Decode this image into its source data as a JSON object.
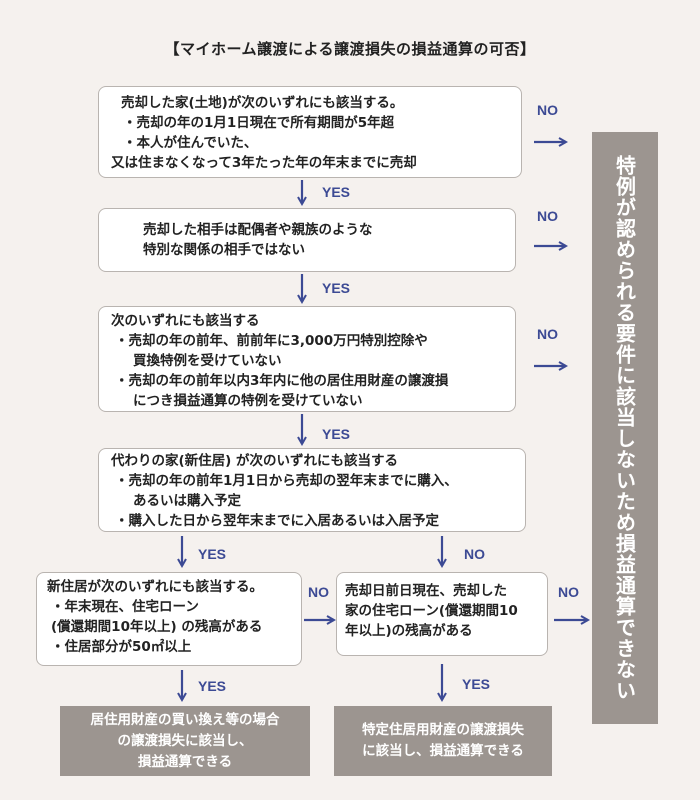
{
  "title": "【マイホーム譲渡による譲渡損失の損益通算の可否】",
  "box1": [
    "売却した家(土地)が次のいずれにも該当する。",
    "・売却の年の1月1日現在で所有期間が5年超",
    "・本人が住んでいた、",
    "又は住まなくなって3年たった年の年末までに売却"
  ],
  "box2": [
    "売却した相手は配偶者や親族のような",
    "特別な関係の相手ではない"
  ],
  "box3": [
    "次のいずれにも該当する",
    "・売却の年の前年、前前年に3,000万円特別控除や",
    "買換特例を受けていない",
    "・売却の年の前年以内3年内に他の居住用財産の譲渡損",
    "につき損益通算の特例を受けていない"
  ],
  "box4": [
    "代わりの家(新住居)  が次のいずれにも該当する",
    "・売却の年の前年1月1日から売却の翌年末までに購入、",
    "あるいは購入予定",
    "・購入した日から翌年末までに入居あるいは入居予定"
  ],
  "box5": [
    "新住居が次のいずれにも該当する。",
    "・年末現在、住宅ローン",
    "(償還期間10年以上) の残高がある",
    "・住居部分が50㎡以上"
  ],
  "box6": [
    "売却日前日現在、売却した",
    "家の住宅ローン(償還期間10",
    "年以上)の残高がある"
  ],
  "result1": [
    "居住用財産の買い換え等の場合",
    "の譲渡損失に該当し、",
    "損益通算できる"
  ],
  "result2": [
    "特定住居用財産の譲渡損失",
    "に該当し、損益通算できる"
  ],
  "side_result": "特例が認められる要件に該当しないため損益通算できない",
  "labels": {
    "yes": "YES",
    "no": "NO"
  },
  "colors": {
    "arrow": "#3c4a94",
    "gray": "#9c9590",
    "border": "#b9b4b0",
    "background": "#f5f1ee"
  }
}
